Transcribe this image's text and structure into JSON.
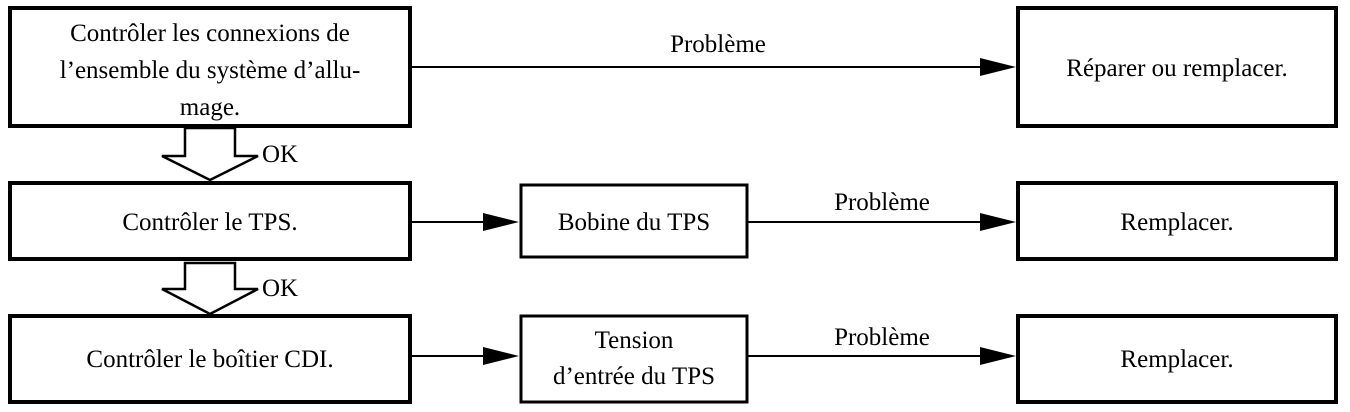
{
  "steps": {
    "ignition": {
      "lines": [
        "Contrôler les connexions de",
        "l’ensemble du système d’allu-",
        "mage."
      ]
    },
    "tps": {
      "label": "Contrôler le TPS."
    },
    "cdi": {
      "label": "Contrôler le boîtier CDI."
    }
  },
  "checks": {
    "tps_coil": {
      "label": "Bobine du TPS"
    },
    "tps_voltage": {
      "lines": [
        "Tension",
        "d’entrée du TPS"
      ]
    }
  },
  "actions": {
    "repair": {
      "label": "Réparer ou remplacer."
    },
    "replace_1": {
      "label": "Remplacer."
    },
    "replace_2": {
      "label": "Remplacer."
    }
  },
  "edge_labels": {
    "problem_1": "Problème",
    "problem_2": "Problème",
    "problem_3": "Problème",
    "ok_1": "OK",
    "ok_2": "OK"
  }
}
